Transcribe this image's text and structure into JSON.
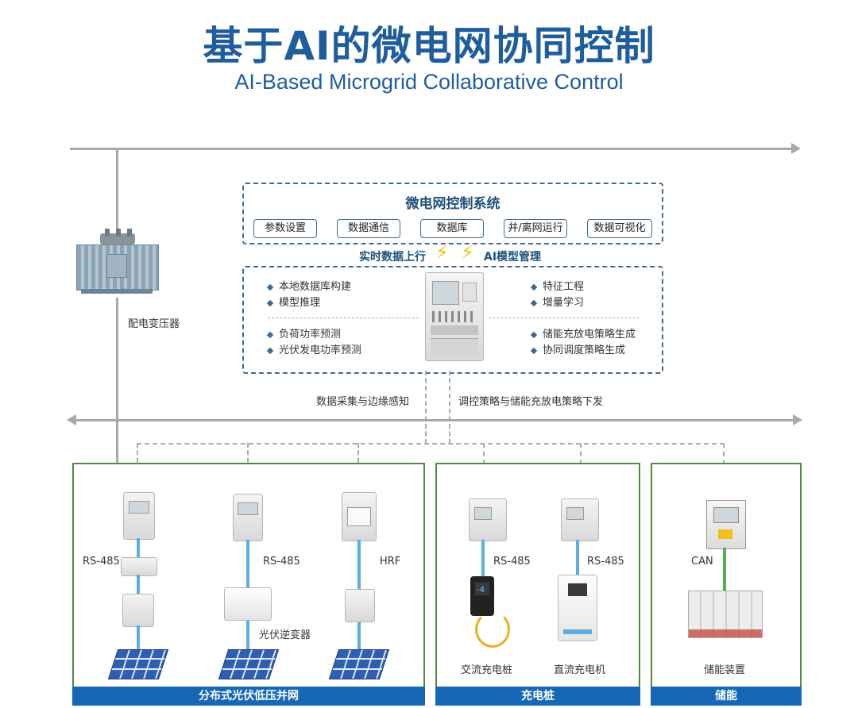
{
  "title": {
    "cn": "基于AI的微电网协同控制",
    "en": "AI-Based Microgrid Collaborative Control"
  },
  "transformer": {
    "label": "配电变压器"
  },
  "control_system": {
    "title": "微电网控制系统",
    "modules": [
      "参数设置",
      "数据通信",
      "数据库",
      "并/离网运行",
      "数据可视化"
    ]
  },
  "links": {
    "upload": "实时数据上行",
    "ai_model": "AI模型管理",
    "collect": "数据采集与边缘感知",
    "dispatch": "调控策略与储能充放电策略下发"
  },
  "edge_features": {
    "left_top": [
      "本地数据库构建",
      "模型推理"
    ],
    "left_bottom": [
      "负荷功率预测",
      "光伏发电功率预测"
    ],
    "right_top": [
      "特征工程",
      "增量学习"
    ],
    "right_bottom": [
      "储能充放电策略生成",
      "协同调度策略生成"
    ]
  },
  "groups": {
    "pv": {
      "title": "分布式光伏低压并网",
      "protocols": [
        "RS-485",
        "RS-485",
        "HRF"
      ],
      "inverter_label": "光伏逆变器"
    },
    "charging": {
      "title": "充电桩",
      "protocols": [
        "RS-485",
        "RS-485"
      ],
      "ac_label": "交流充电桩",
      "dc_label": "直流充电机"
    },
    "storage": {
      "title": "储能",
      "protocol": "CAN",
      "device_label": "储能装置"
    }
  },
  "colors": {
    "title": "#1f5d9c",
    "group_border": "#4e8c3a",
    "group_bar": "#1668b6",
    "rs485_link": "#5aaee0",
    "can_link": "#4fb04f"
  }
}
